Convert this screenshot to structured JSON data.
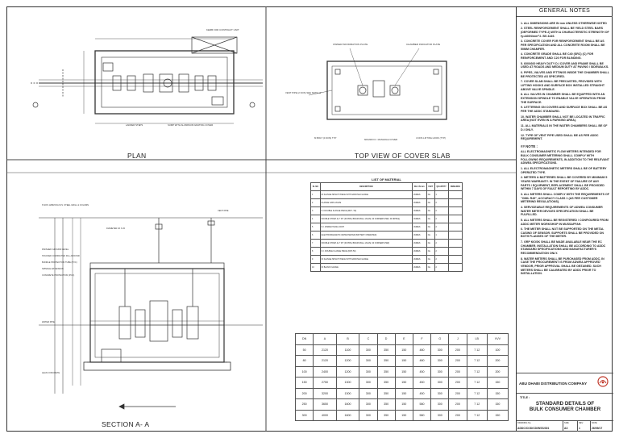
{
  "panels": {
    "plan": "PLAN",
    "top_view": "TOP VIEW OF COVER SLAB",
    "section": "SECTION A- A"
  },
  "plan_labels": {
    "kerb": "KERB FOR CONTRACT UNIT",
    "ladder": "LADDER STEPS",
    "sump": "SUMP WITH ALUMINIUM GRATING COVER"
  },
  "top_labels": {
    "owner_plate": "OWNER INFORMATION PLATE",
    "chamber_plate": "CHAMBER INDICATOR PLATE",
    "vent_pipe": "VENT PIPE (2 NOS) SEE NOTE 12",
    "lifting_lugs": "4 NOS LIFTING HOOK (TYP)",
    "manhole": "600x600 D.I. MANHOLE COVER",
    "bolts": "M BOLT (4 NOS) TYP"
  },
  "section_labels": {
    "l1": "6 NOS 12MM DIA M.S. STEEL GRILL & COLUMN",
    "l2": "DIAMETER 20 X 20",
    "l3": "FINISHED GROUND LEVEL",
    "l4": "STACKED COMPACTED FILL AROUND",
    "l5": "BUNDLE PROTECTION TUBE (PVC)",
    "l6": "SPINDLE EXTENSION",
    "l7": "CONCRETE PROTECTION (PCC)",
    "l8": "VENT PIPE",
    "l9": "WATER PIPE",
    "l10": "LEAN CONCRETE"
  },
  "materials": {
    "title": "LIST OF MATERIAL",
    "headers": [
      "SL NO",
      "DESCRIPTION",
      "DIA. IN mm",
      "UNIT",
      "QUANTITY",
      "REMARKS"
    ],
    "rows": [
      [
        "1",
        "DI FLANGE SPIGOT PIECE WITH GROOVE FLANGE",
        "VARIES",
        "No.",
        "1",
        ""
      ],
      [
        "2",
        "FLANGE GATE VALVE",
        "VARIES",
        "No.",
        "2",
        ""
      ],
      [
        "3",
        "D.I DOUBLE FLANGE PIECE (DFP - 50)",
        "VARIES",
        "No.",
        "2",
        ""
      ],
      [
        "4",
        "DOUBLE STRAP & 2\" 45\" (DI PIPE, BRASS BALL VALVE, 90 CORNERS PER, DI NIPPLE)",
        "VARIES",
        "No.",
        "2",
        ""
      ],
      [
        "5",
        "D.I. DISMANTLING JOINT",
        "VARIES",
        "No.",
        "2",
        ""
      ],
      [
        "6",
        "ELECTROMAGNETIC WATER METER (BATTERY OPERATED)",
        "VARIES",
        "No.",
        "1",
        ""
      ],
      [
        "7",
        "DOUBLE STRAP & 2\" 45\" (DI PIPE, BRASS BALL VALVE, 90 CORNERS PER)",
        "VARIES",
        "No.",
        "2",
        ""
      ],
      [
        "8",
        "D.I. DOUBLE FLANGE PIECE (DFP-50)",
        "VARIES",
        "No.",
        "2",
        ""
      ],
      [
        "9",
        "DI FLANGE SPIGOT PIECE WITH GROOVE FLANGE",
        "VARIES",
        "No.",
        "2",
        ""
      ],
      [
        "10",
        "DI BLANK FLANGE",
        "VARIES",
        "No.",
        "2",
        ""
      ]
    ]
  },
  "dimensions": {
    "headers": [
      "DN",
      "A",
      "B",
      "C",
      "D",
      "E",
      "F",
      "G",
      "J",
      "LB",
      "VVV"
    ],
    "rows": [
      [
        "50",
        "2120",
        "1100",
        "300",
        "350",
        "150",
        "480",
        "300",
        "200",
        "7 12",
        "100"
      ],
      [
        "80",
        "2120",
        "1200",
        "300",
        "350",
        "150",
        "480",
        "300",
        "200",
        "7 12",
        "200"
      ],
      [
        "100",
        "2400",
        "1200",
        "300",
        "350",
        "150",
        "450",
        "300",
        "200",
        "7 12",
        "200"
      ],
      [
        "150",
        "2750",
        "1300",
        "300",
        "350",
        "150",
        "450",
        "300",
        "200",
        "7 12",
        "150"
      ],
      [
        "200",
        "3200",
        "1300",
        "300",
        "350",
        "150",
        "450",
        "300",
        "200",
        "7 12",
        "150"
      ],
      [
        "250",
        "3650",
        "1600",
        "300",
        "350",
        "150",
        "580",
        "300",
        "200",
        "7 12",
        "150"
      ],
      [
        "300",
        "4000",
        "1600",
        "300",
        "350",
        "150",
        "580",
        "300",
        "200",
        "7 12",
        "150"
      ]
    ]
  },
  "general_notes": {
    "title": "GENERAL NOTES",
    "items": [
      "1. ALL DIMENSIONS ARE IN mm UNLESS OTHERWISE NOTED",
      "2. STEEL REINFORCEMENT SHALL BE YIELD STEEL BARS (DEFORMED TYPE-2) WITH A CHARACTERISTIC STRENGTH OF fy=460N/mm^2. BS 4449.",
      "3. CONCRETE COVER FOR REINFORCEMENT SHALL BE AS PER SPECIFICATION AND ALL CONCRETE ROOM SHALL BE 50MM CHAMFER.",
      "4. CONCRETE GRADE SHALL BE C40 (SRC) (C) FOR REINFORCEMENT AND C20 FOR BLINDING.",
      "5. 600X600 HEAVY DUTY D.I COVER AND FRAME SHALL BE USED AT ROADS AND MEDIUM DUTY AT PAVING / SIDEWALKS.",
      "6. PIPES, VALVES AND FITTINGS INSIDE THE CHAMBER SHALL BE PROTECTED AS SPECIFIED.",
      "7. COVER SLAB SHALL BE PRECASTED, PROVIDED WITH LIFTING HOOKS AND SURFACE BOX INSTALLED STRAIGHT ABOVE VALVE SPINDLE.",
      "8. ALL VALVES IN CHAMBER SHALL BE EQUIPPED WITH AN EXTENSION SPINDLE TO ENABLE VALVE OPERATION FROM THE SURFACE.",
      "9. LETTERING ON COVERS AND SURFACE BOX SHALL BE AS PER THE ADDC STANDARD.",
      "10. WATER CHAMBER SHALL NOT BE LOCATED IN TRAFFIC AREA (NOT EVEN IN A PARKING AREA).",
      "11. ALL MATERIALS IN THE WATER CHAMBERS SHALL BE OF D.I ONLY.",
      "12. TYPE OF VENT PIPE USED SHALL BE AS PER ADDC REQUIREMENT."
    ]
  },
  "em_notes": {
    "title": "## NOTE :",
    "items": [
      "ALL ELECTROMAGNETIC FLOW METERS INTENDED FOR BULK CONSUMER METERING SHALL COMPLY WITH FOLLOWING REQUIREMENTS, IN ADDITION TO THE RELEVANT ADWEA SPECIFICATIONS.",
      "1. ALL ELECTROMAGNETIC METERS SHALL BE OF BATTERY OPERATED TYPE.",
      "2. METERS & BATTERIES SHALL BE COVERED BY MINIMUM 5 YEARS WARRANTY. IN THE EVENT OF FAILURE OF ANY PARTS / EQUIPMENT, REPLACEMENT SHALL BE PROVIDED WITHIN 7 DAYS OF FAULT REPORTING BY ADDC.",
      "3. ALL METERS SHALL COMPLY WITH THE REQUIREMENTS OF \"OIML R49\", ACCURACY CLASS 1 (AS PER CUSTOMER METERING REGULATIONS).",
      "4. SERVICEABLE REQUIREMENTS OF ADWEA CONSUMER WATER METER DEVICES SPECIFICATION SHALL BE FULFILLED.",
      "5. ALL METERS SHALL BE REGISTERED / CONFIGURED FROM ADDC METER WORKSHOP IN MUSSAFFAH.",
      "6. THE METER SHALL NOT BE SUPPORTED ON THE METAL CASING OF SENSOR. SUPPORTS SHALL BE PROVIDED ON BOTH FLANGES OF THE METER.",
      "7. GRP KIOSK SHALL BE MADE AVAILABLE NEAR THE EC CHAMBER. INSTALLATION SHALL BE ACCORDING TO ADDC STANDARD SPECIFICATIONS AND MANUFACTURER'S RECOMMENDATION ONLY.",
      "8. WATER METERS SHALL BE PURCHASED FROM ADDC, IN CASE THE PROCUREMENT IS FROM ADWEA APPROVED VENDOR, PRIOR APPROVAL SHALL BE OBTAINED. SUCH METERS SHALL BE CALIBRATED BY ADDC PRIOR TO INSTALLATION."
    ]
  },
  "company": "ABU DHABI DISTRIBUTION COMPANY",
  "title_label": "TITLE :",
  "title_line1": "STANDARD DETAILS OF",
  "title_line2": "BULK CONSUMER CHAMBER",
  "title_block": {
    "dwg_no_label": "DRAWING No.",
    "dwg_no": "ADDC/COD/CD/WSS/301",
    "size_label": "SIZE",
    "size": "A3",
    "rev_label": "REV",
    "rev": "1",
    "date_label": "DATE",
    "date": "26/09/17"
  }
}
